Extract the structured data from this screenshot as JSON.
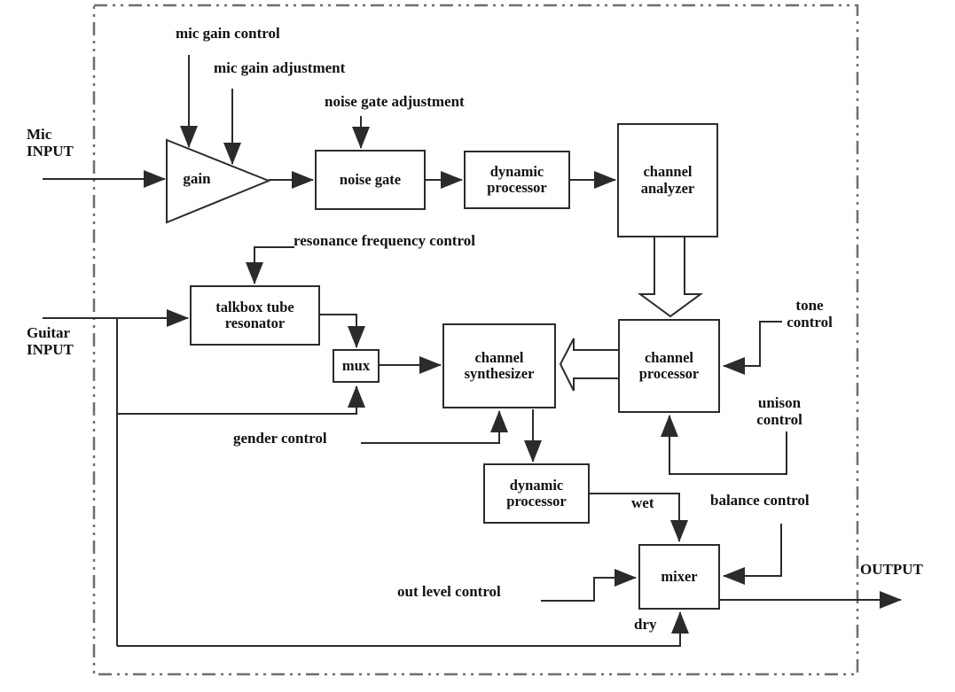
{
  "title": "talkbox / vocoder effect signal-flow block diagram",
  "colors": {
    "background": "#ffffff",
    "line": "#2b2b2b",
    "box_border": "#2b2b2b",
    "box_fill": "#ffffff",
    "dashed_border": "#6e6e6e",
    "text": "#111111"
  },
  "io": {
    "mic_input": "Mic INPUT",
    "guitar_input": "Guitar INPUT",
    "output": "OUTPUT"
  },
  "blocks": {
    "gain": "gain",
    "noise_gate": "noise gate",
    "dynamic_processor_top": "dynamic processor",
    "channel_analyzer": "channel analyzer",
    "talkbox_tube_resonator": "talkbox tube resonator",
    "mux": "mux",
    "channel_synthesizer": "channel synthesizer",
    "channel_processor": "channel processor",
    "dynamic_processor_bottom": "dynamic processor",
    "mixer": "mixer"
  },
  "controls": {
    "mic_gain_control": "mic gain control",
    "mic_gain_adjustment": "mic gain adjustment",
    "noise_gate_adjustment": "noise gate adjustment",
    "resonance_frequency_control": "resonance frequency control",
    "gender_control": "gender control",
    "tone_control": "tone control",
    "unison_control": "unison control",
    "balance_control": "balance control",
    "out_level_control": "out level control"
  },
  "signals": {
    "wet": "wet",
    "dry": "dry"
  },
  "connections": [
    "Mic INPUT -> gain",
    "mic gain control -> gain",
    "mic gain adjustment -> gain",
    "gain -> noise gate",
    "noise gate adjustment -> noise gate",
    "noise gate -> dynamic processor",
    "dynamic processor -> channel analyzer",
    "channel analyzer => channel processor (hollow arrow)",
    "Guitar INPUT -> talkbox tube resonator",
    "resonance frequency control -> talkbox tube resonator",
    "talkbox tube resonator -> mux",
    "Guitar INPUT -> mux",
    "mux -> channel synthesizer",
    "channel processor => channel synthesizer (hollow arrow)",
    "tone control -> channel processor",
    "unison control -> channel processor",
    "gender control -> channel synthesizer",
    "channel synthesizer -> dynamic processor",
    "dynamic processor -> mixer (wet)",
    "Guitar INPUT -> mixer (dry)",
    "out level control -> mixer",
    "balance control -> mixer",
    "mixer -> OUTPUT"
  ]
}
